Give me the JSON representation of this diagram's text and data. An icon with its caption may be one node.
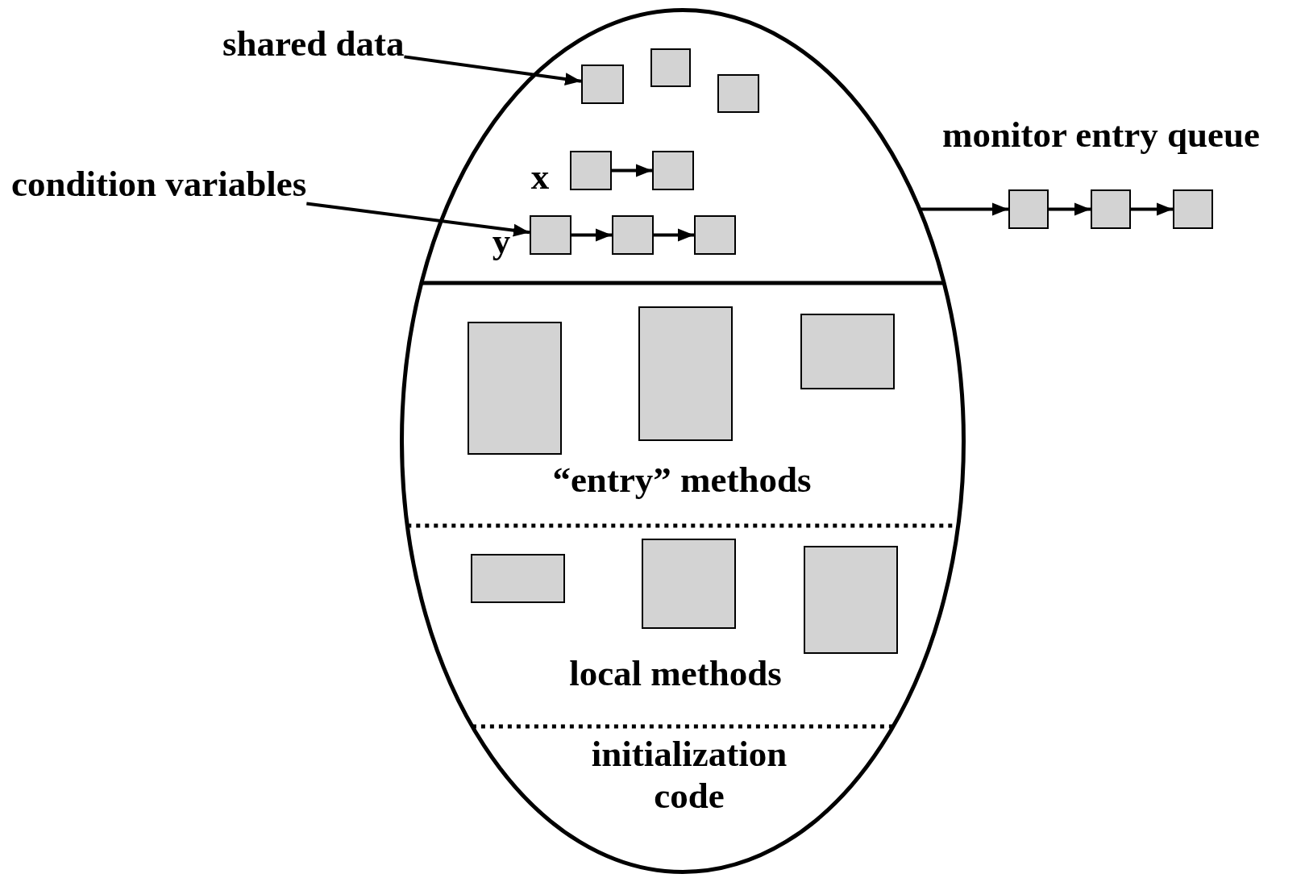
{
  "diagram": {
    "nodes": [
      {
        "text": [],
        "shape": "ellipse"
      },
      {
        "text": [
          "shared data"
        ]
      },
      {
        "text": [],
        "shape": "box",
        "in": 0
      },
      {
        "text": [],
        "shape": "box",
        "in": 0
      },
      {
        "text": [],
        "shape": "box",
        "in": 0
      },
      {
        "text": [
          "condition variables"
        ]
      },
      {
        "text": [],
        "shape": "box",
        "in": 0
      },
      {
        "text": [],
        "shape": "box",
        "in": 0
      },
      {
        "text": [],
        "shape": "box",
        "in": 0
      },
      {
        "text": [],
        "shape": "box",
        "in": 0
      },
      {
        "text": [],
        "shape": "box",
        "in": 0
      },
      {
        "text": [],
        "shape": "box"
      },
      {
        "text": [],
        "shape": "box"
      },
      {
        "text": [],
        "shape": "box"
      },
      {
        "text": [],
        "shape": "box",
        "in": 0
      },
      {
        "text": [],
        "shape": "box",
        "in": 0
      },
      {
        "text": [],
        "shape": "box",
        "in": 0
      },
      {
        "text": [],
        "shape": "box",
        "in": 0
      },
      {
        "text": [],
        "shape": "box",
        "in": 0
      },
      {
        "text": [],
        "shape": "box",
        "in": 0
      }
    ],
    "edges": [
      {
        "from": 1,
        "to": 2,
        "arrow": "to"
      },
      {
        "from": 5,
        "to": 8,
        "arrow": "to"
      },
      {
        "from": 6,
        "to": 7,
        "arrow": "to"
      },
      {
        "from": 8,
        "to": 9,
        "arrow": "to"
      },
      {
        "from": 9,
        "to": 10,
        "arrow": "to"
      },
      {
        "from": 0,
        "to": 11,
        "arrow": "to"
      },
      {
        "from": 11,
        "to": 12,
        "arrow": "to"
      },
      {
        "from": 12,
        "to": 13,
        "arrow": "to"
      }
    ],
    "labels": [
      "x",
      "y",
      "monitor entry queue",
      "“entry” methods",
      "local methods",
      "initialization code"
    ]
  }
}
